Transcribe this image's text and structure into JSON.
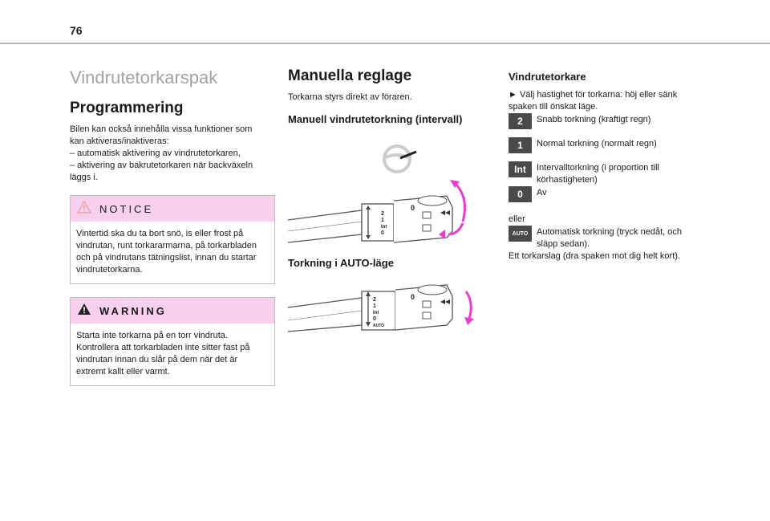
{
  "page_number": "76",
  "col1": {
    "section_title": "Vindrutetorkarspak",
    "heading": "Programmering",
    "intro_lines": [
      "Bilen kan också innehålla vissa funktioner som",
      "kan aktiveras/inaktiveras:",
      "–  automatisk aktivering av vindrutetorkaren,",
      "–  aktivering av bakrutetorkaren när backväxeln",
      "läggs i."
    ],
    "notice": {
      "title": "NOTICE",
      "lines": [
        "Vintertid ska du ta bort snö, is eller frost på",
        "vindrutan, runt torkararmarna, på torkarbladen",
        "och på vindrutans tätningslist, innan du startar",
        "vindrutetorkarna."
      ]
    },
    "warning": {
      "title": "WARNING",
      "lines": [
        "Starta inte torkarna på en torr vindruta.",
        "Kontrollera att torkarbladen inte sitter fast på",
        "vindrutan innan du slår på dem när det är",
        "extremt kallt eller varmt."
      ]
    }
  },
  "col2": {
    "heading": "Manuella reglage",
    "intro": "Torkarna styrs direkt av föraren.",
    "sub1": "Manuell vindrutetorkning (intervall)",
    "sub2": "Torkning i AUTO-läge",
    "stalk_labels": {
      "p2": "2",
      "p1": "1",
      "pint": "Int",
      "p0": "0",
      "pauto": "AUTO"
    }
  },
  "col3": {
    "heading": "Vindrutetorkare",
    "instruction_lines": [
      "►  Välj hastighet för torkarna: höj eller sänk",
      "spaken till önskat läge."
    ],
    "items": [
      {
        "badge": "2",
        "lines": [
          "Snabb torkning (kraftigt regn)"
        ]
      },
      {
        "badge": "1",
        "lines": [
          "Normal torkning (normalt regn)"
        ]
      },
      {
        "badge": "Int",
        "lines": [
          "Intervalltorkning (i proportion till",
          "körhastigheten)"
        ]
      },
      {
        "badge": "0",
        "lines": [
          "Av"
        ]
      }
    ],
    "or_label": "eller",
    "auto_item": {
      "badge": "AUTO",
      "lines": [
        "Automatisk torkning (tryck nedåt, och",
        "släpp sedan)."
      ]
    },
    "single_wipe": "Ett torkarslag (dra spaken mot dig helt kort)."
  },
  "colors": {
    "box_header": "#f7d0ee",
    "accent_pink": "#e63fd0",
    "badge_bg": "#4a4a4a",
    "title_grey": "#a3a3a3"
  }
}
